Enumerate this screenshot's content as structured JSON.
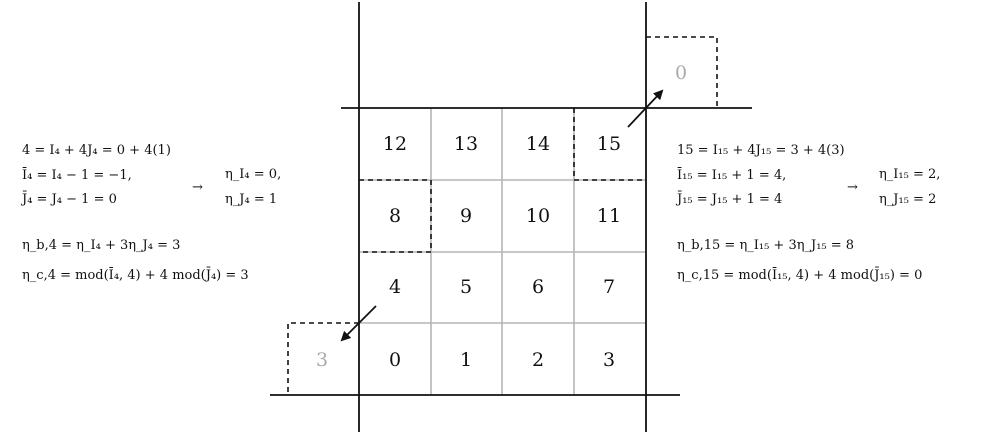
{
  "grid": {
    "cells": [
      [
        "12",
        "13",
        "14",
        "15"
      ],
      [
        "8",
        "9",
        "10",
        "11"
      ],
      [
        "4",
        "5",
        "6",
        "7"
      ],
      [
        "0",
        "1",
        "2",
        "3"
      ]
    ],
    "ghost_top_right": "0",
    "ghost_bottom_left": "3"
  },
  "left": {
    "l1": "4 = I₄ + 4J₄ = 0 + 4(1)",
    "l2": "Ī₄   = I₄ − 1 = −1,",
    "l3": "J̄₄    = J₄ − 1 = 0",
    "arrow": "→",
    "r1": "η_I₄ = 0,",
    "r2": "η_J₄ = 1",
    "l4": "η_b,4 = η_I₄ + 3η_J₄ = 3",
    "l5": "η_c,4 = mod(Ī₄, 4) + 4 mod(J̄₄) = 3"
  },
  "right": {
    "l1": "15 = I₁₅ + 4J₁₅ = 3 + 4(3)",
    "l2": "Ī₁₅   = I₁₅ + 1 = 4,",
    "l3": "J̄₁₅   = J₁₅ + 1 = 4",
    "arrow": "→",
    "r1": "η_I₁₅ = 2,",
    "r2": "η_J₁₅ = 2",
    "l4": "η_b,15 = η_I₁₅ + 3η_J₁₅ = 8",
    "l5": "η_c,15 = mod(Ī₁₅, 4) + 4 mod(J̄₁₅) = 0"
  }
}
